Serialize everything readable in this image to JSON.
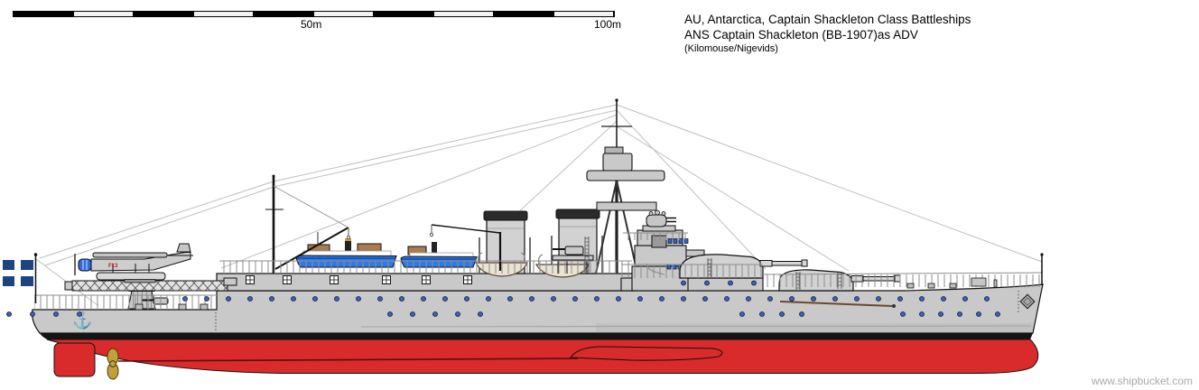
{
  "header": {
    "title_line1": "AU, Antarctica, Captain Shackleton Class Battleships",
    "title_line2": "ANS Captain Shackleton (BB-1907)as ADV",
    "title_line3": "(Kilomouse/Nigevids)"
  },
  "scale_bar": {
    "label_mid": "50m",
    "label_end": "100m"
  },
  "watermark": "www.shipbucket.com",
  "aircraft_marking": "F13",
  "colors": {
    "hull": "#C9C9C9",
    "hull_shade": "#BDBDBD",
    "superstructure": "#CFCFCF",
    "turret": "#D2D2D2",
    "underwater_red": "#D92B2B",
    "boot_black": "#141414",
    "porthole_blue": "#3A62C4",
    "window_blue": "#2F5FD0",
    "flag_blue": "#1E4480",
    "boat_blue": "#2E7BE8",
    "boat_blue_dark": "#1A55B8",
    "cabin_brown": "#A97B4F",
    "whaleboat_tan": "#E8E3D2",
    "propeller_gold": "#C2A13B",
    "rigging_gray": "#BFBFBF",
    "funnel_cap": "#2B2B2B",
    "plane_cowling_blue": "#2E6BE0",
    "marking_red": "#C01818",
    "watermark_gray": "#AAAAAA",
    "outline": "#111111"
  }
}
